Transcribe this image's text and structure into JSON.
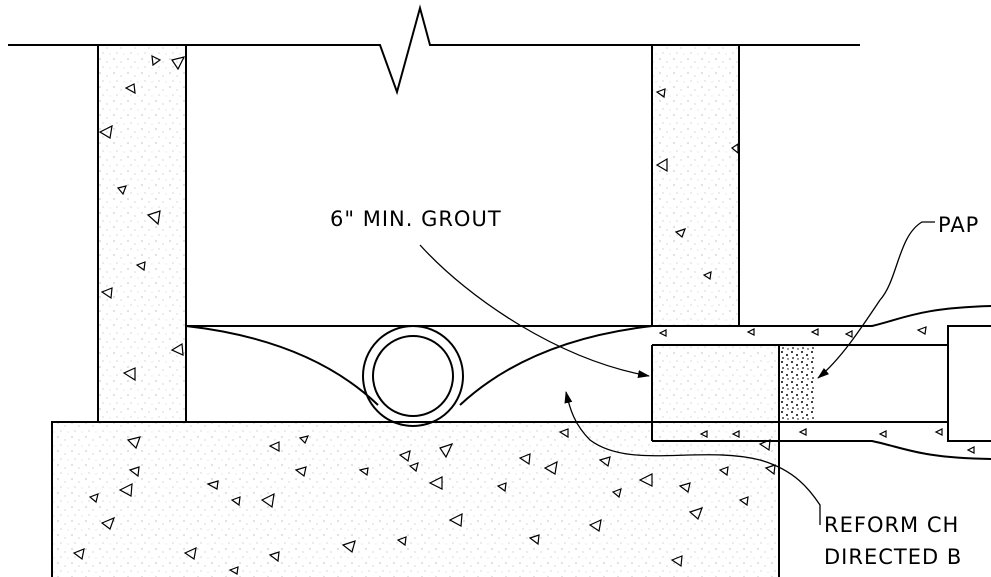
{
  "labels": {
    "grout": "6\" MIN. GROUT",
    "paper": "PAP",
    "reform_line1": "REFORM CH",
    "reform_line2": "DIRECTED B"
  },
  "colors": {
    "line": "#000000",
    "background": "#ffffff",
    "concrete_speckle": "#9a9a9a"
  }
}
